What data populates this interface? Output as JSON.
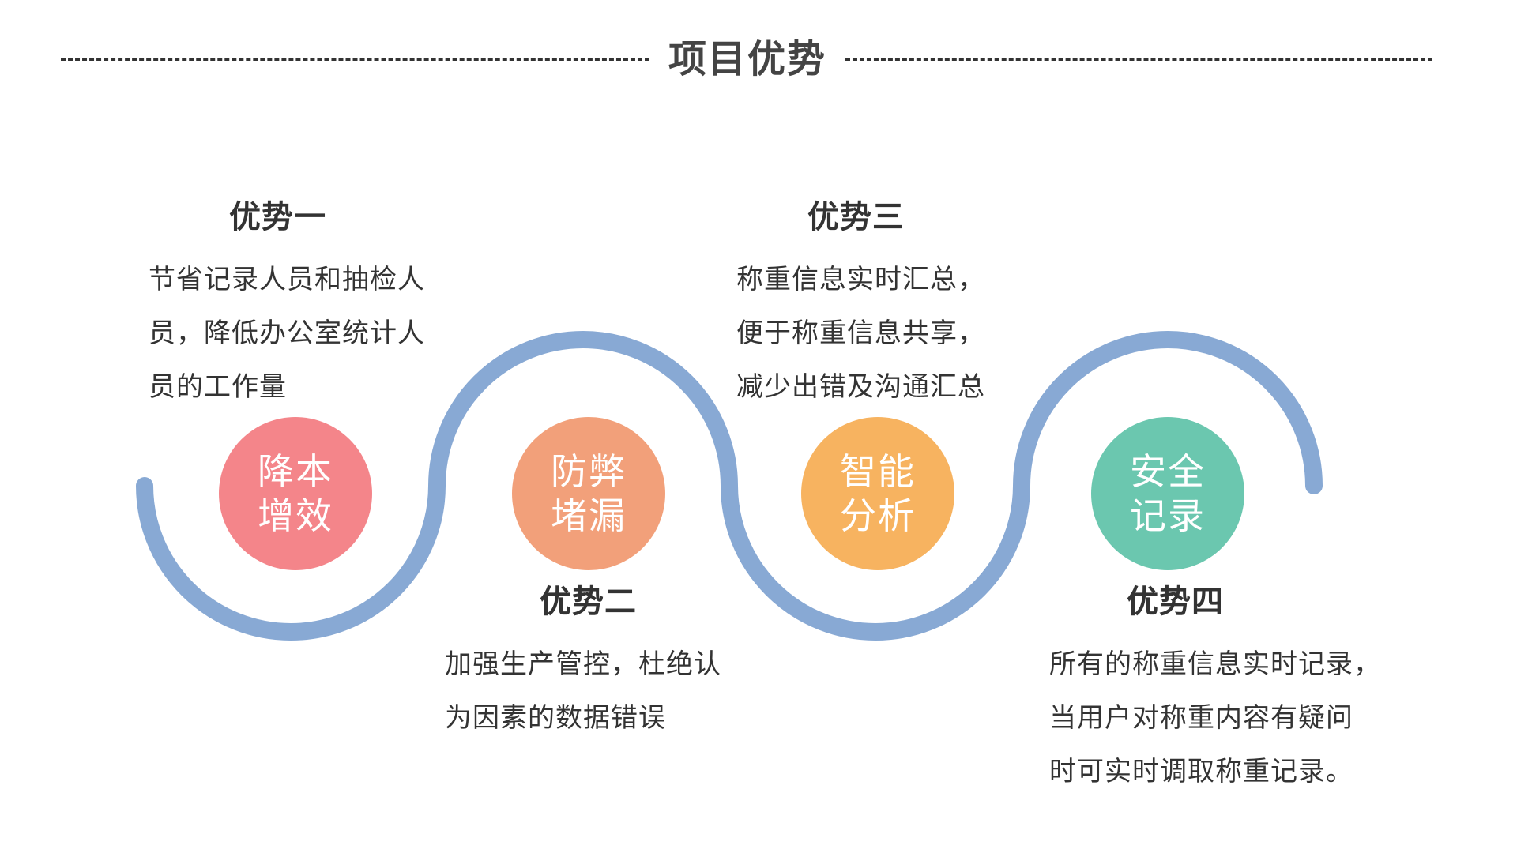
{
  "header": {
    "title": "项目优势"
  },
  "colors": {
    "wave": "#88A9D4",
    "title": "#444444",
    "text": "#333333",
    "circle_1": "#F4858A",
    "circle_2": "#F2A07A",
    "circle_3": "#F7B360",
    "circle_4": "#6BC7AF"
  },
  "advantages": [
    {
      "heading": "优势一",
      "circle_lines": [
        "降本",
        "增效"
      ],
      "description": [
        "节省记录人员和抽检人",
        "员，降低办公室统计人",
        "员的工作量"
      ]
    },
    {
      "heading": "优势二",
      "circle_lines": [
        "防弊",
        "堵漏"
      ],
      "description": [
        "加强生产管控，杜绝认",
        "为因素的数据错误"
      ]
    },
    {
      "heading": "优势三",
      "circle_lines": [
        "智能",
        "分析"
      ],
      "description": [
        "称重信息实时汇总，",
        "便于称重信息共享，",
        "减少出错及沟通汇总"
      ]
    },
    {
      "heading": "优势四",
      "circle_lines": [
        "安全",
        "记录"
      ],
      "description": [
        "所有的称重信息实时记录，",
        "当用户对称重内容有疑问",
        "时可实时调取称重记录。"
      ]
    }
  ]
}
